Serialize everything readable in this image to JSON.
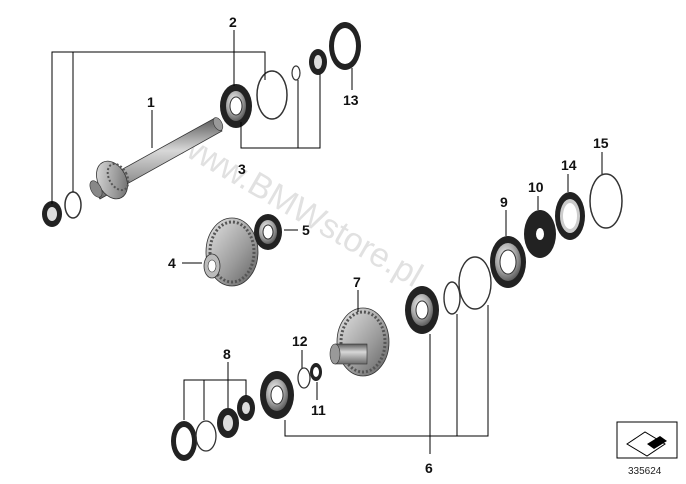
{
  "diagram": {
    "callouts": [
      "1",
      "2",
      "3",
      "4",
      "5",
      "6",
      "7",
      "8",
      "9",
      "10",
      "11",
      "12",
      "13",
      "14",
      "15"
    ],
    "reference_number": "335624",
    "watermark": "www.BMWstore.pl"
  }
}
